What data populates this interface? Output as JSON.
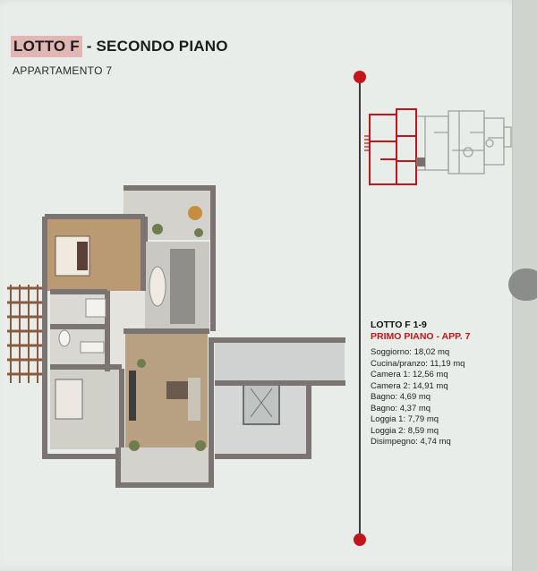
{
  "header": {
    "title_highlight": "LOTTO F",
    "title_rest": " - SECONDO PIANO",
    "subtitle": "APPARTAMENTO 7"
  },
  "info": {
    "heading": "LOTTO F 1-9",
    "subheading": "PRIMO PIANO - APP. 7",
    "rooms": [
      "Soggiorno: 18,02 mq",
      "Cucina/pranzo: 11,19 mq",
      "Camera 1: 12,56 mq",
      "Camera 2: 14,91 mq",
      "Bagno: 4,69 mq",
      "Bagno: 4,37 mq",
      "Loggia 1: 7,79 mq",
      "Loggia 2: 8,59 mq",
      "Disimpegno: 4,74 mq"
    ]
  },
  "colors": {
    "accent": "#c3161c",
    "highlight": "#e3b6b6",
    "wall": "#7b7472",
    "floor_wood": "#b99a72",
    "floor_tile": "#d6d6d2"
  }
}
